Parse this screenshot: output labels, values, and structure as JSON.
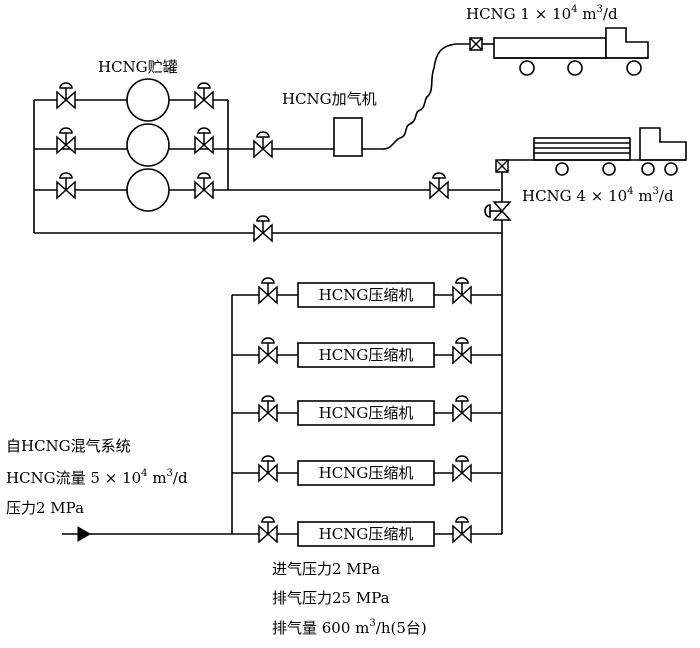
{
  "labels": {
    "tank_title": "HCNG贮罐",
    "dispenser": "HCNG加气机",
    "truck_top_prefix": "HCNG  1 × 10",
    "truck_top_exp": "4",
    "truck_top_unit": " m",
    "truck_top_unit_exp": "3",
    "truck_top_suffix": "/d",
    "truck_right_prefix": "HCNG  4 × 10",
    "truck_right_exp": "4",
    "truck_right_unit": " m",
    "truck_right_unit_exp": "3",
    "truck_right_suffix": "/d",
    "source_line1": "自HCNG混气系统",
    "source_line2_prefix": "HCNG流量 5 × 10",
    "source_line2_exp": "4",
    "source_line2_unit": " m",
    "source_line2_unit_exp": "3",
    "source_line2_suffix": "/d",
    "source_line3": "压力2 MPa",
    "compressor": "HCNG压缩机",
    "spec_inlet": "进气压力2 MPa",
    "spec_outlet": "排气压力25 MPa",
    "spec_flow_prefix": "排气量  600 m",
    "spec_flow_exp": "3",
    "spec_flow_suffix": "/h(5台)"
  },
  "compressors": [
    "HCNG压缩机",
    "HCNG压缩机",
    "HCNG压缩机",
    "HCNG压缩机",
    "HCNG压缩机"
  ]
}
